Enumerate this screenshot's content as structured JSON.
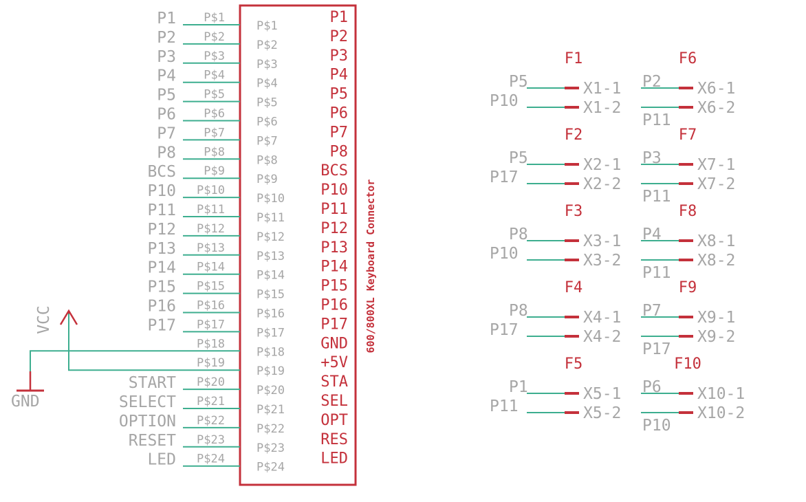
{
  "connector": {
    "title": "600/800XL Keyboard Connector",
    "pins": [
      {
        "net": "P1",
        "pad": "P$1",
        "name": "P1"
      },
      {
        "net": "P2",
        "pad": "P$2",
        "name": "P2"
      },
      {
        "net": "P3",
        "pad": "P$3",
        "name": "P3"
      },
      {
        "net": "P4",
        "pad": "P$4",
        "name": "P4"
      },
      {
        "net": "P5",
        "pad": "P$5",
        "name": "P5"
      },
      {
        "net": "P6",
        "pad": "P$6",
        "name": "P6"
      },
      {
        "net": "P7",
        "pad": "P$7",
        "name": "P7"
      },
      {
        "net": "P8",
        "pad": "P$8",
        "name": "P8"
      },
      {
        "net": "BCS",
        "pad": "P$9",
        "name": "BCS"
      },
      {
        "net": "P10",
        "pad": "P$10",
        "name": "P10"
      },
      {
        "net": "P11",
        "pad": "P$11",
        "name": "P11"
      },
      {
        "net": "P12",
        "pad": "P$12",
        "name": "P12"
      },
      {
        "net": "P13",
        "pad": "P$13",
        "name": "P13"
      },
      {
        "net": "P14",
        "pad": "P$14",
        "name": "P14"
      },
      {
        "net": "P15",
        "pad": "P$15",
        "name": "P15"
      },
      {
        "net": "P16",
        "pad": "P$16",
        "name": "P16"
      },
      {
        "net": "P17",
        "pad": "P$17",
        "name": "P17"
      },
      {
        "net": "",
        "pad": "P$18",
        "name": "GND"
      },
      {
        "net": "",
        "pad": "P$19",
        "name": "+5V"
      },
      {
        "net": "START",
        "pad": "P$20",
        "name": "STA"
      },
      {
        "net": "SELECT",
        "pad": "P$21",
        "name": "SEL"
      },
      {
        "net": "OPTION",
        "pad": "P$22",
        "name": "OPT"
      },
      {
        "net": "RESET",
        "pad": "P$23",
        "name": "RES"
      },
      {
        "net": "LED",
        "pad": "P$24",
        "name": "LED"
      }
    ]
  },
  "power": {
    "vcc_label": "VCC",
    "gnd_label": "GND"
  },
  "fuses": [
    {
      "name": "F1",
      "pin1": "X1-1",
      "pin2": "X1-2",
      "net1": "P5",
      "net2": "P10"
    },
    {
      "name": "F2",
      "pin1": "X2-1",
      "pin2": "X2-2",
      "net1": "P5",
      "net2": "P17"
    },
    {
      "name": "F3",
      "pin1": "X3-1",
      "pin2": "X3-2",
      "net1": "P8",
      "net2": "P10"
    },
    {
      "name": "F4",
      "pin1": "X4-1",
      "pin2": "X4-2",
      "net1": "P8",
      "net2": "P17"
    },
    {
      "name": "F5",
      "pin1": "X5-1",
      "pin2": "X5-2",
      "net1": "P1",
      "net2": "P11"
    },
    {
      "name": "F6",
      "pin1": "X6-1",
      "pin2": "X6-2",
      "net1": "P2",
      "net2": "P11"
    },
    {
      "name": "F7",
      "pin1": "X7-1",
      "pin2": "X7-2",
      "net1": "P3",
      "net2": "P11"
    },
    {
      "name": "F8",
      "pin1": "X8-1",
      "pin2": "X8-2",
      "net1": "P4",
      "net2": "P11"
    },
    {
      "name": "F9",
      "pin1": "X9-1",
      "pin2": "X9-2",
      "net1": "P7",
      "net2": "P17"
    },
    {
      "name": "F10",
      "pin1": "X10-1",
      "pin2": "X10-2",
      "net1": "P6",
      "net2": "P10"
    }
  ],
  "colors": {
    "wire": "#3dae8f",
    "body": "#c4313b",
    "text": "#a6a6a6",
    "label": "#c4313b"
  }
}
